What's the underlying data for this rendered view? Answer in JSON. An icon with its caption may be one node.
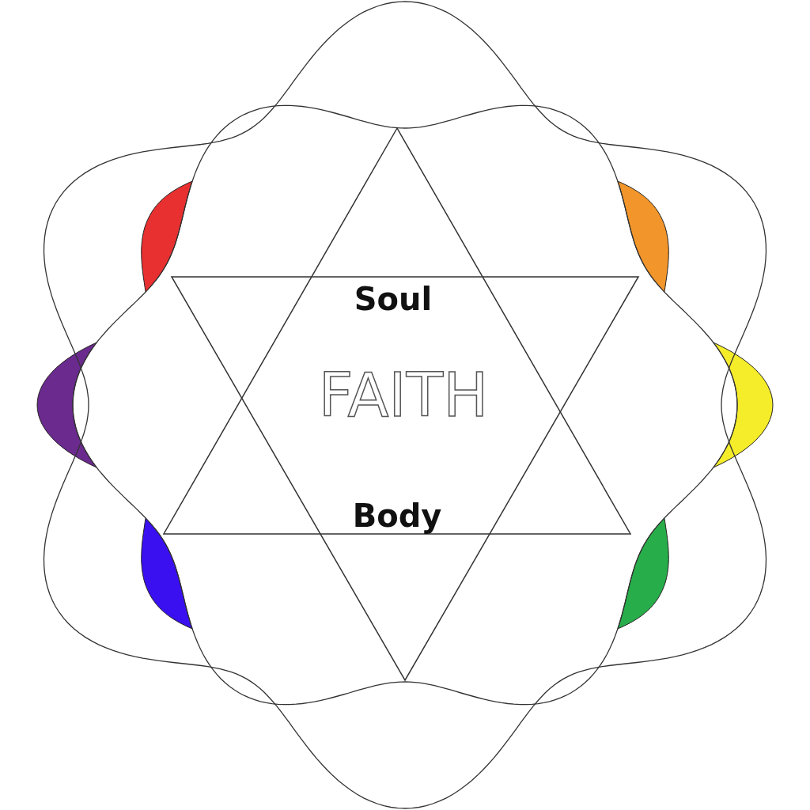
{
  "diagram": {
    "nodes": [
      {
        "text": [
          "Soul",
          "FAITH",
          "Body"
        ]
      }
    ]
  }
}
